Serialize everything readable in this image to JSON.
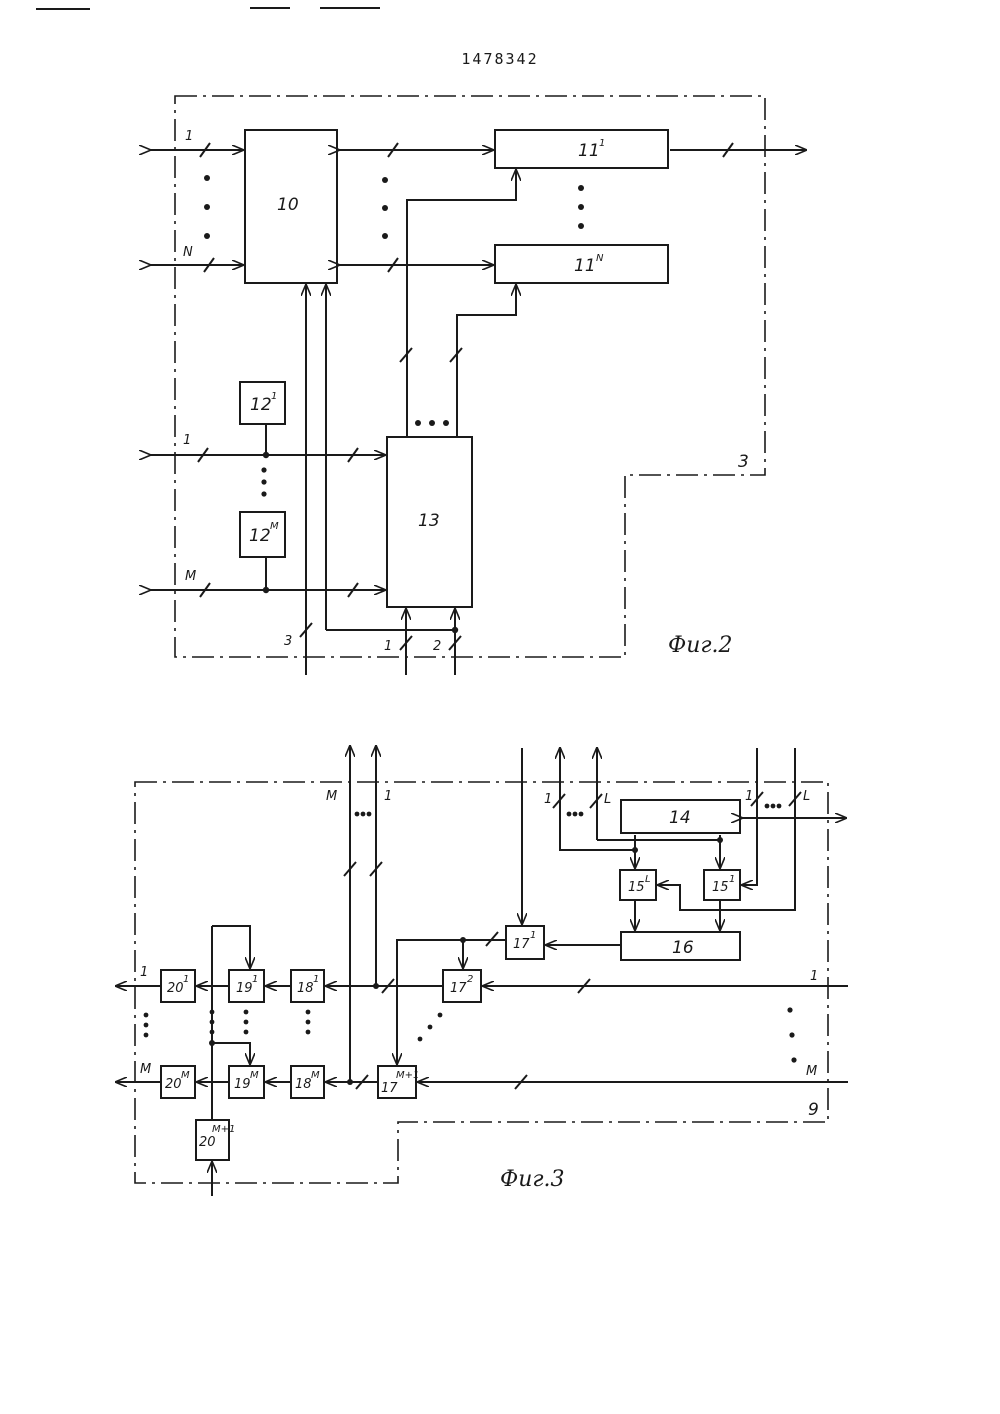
{
  "header": {
    "patent_number": "1478342",
    "top_marks": "— —— ——"
  },
  "fig2": {
    "caption": "Фиг.2",
    "frame_label": "3",
    "block_10": "10",
    "block_11_1": "11",
    "block_11_1_sup": "1",
    "block_11_N": "11",
    "block_11_N_sup": "N",
    "block_12_1": "12",
    "block_12_1_sup": "1",
    "block_12_M": "12",
    "block_12_M_sup": "M",
    "block_13": "13",
    "bus_1": "1",
    "bus_N": "N",
    "bus_M_1": "1",
    "bus_M": "M",
    "bottom_3": "3",
    "bottom_1": "1",
    "bottom_2": "2",
    "ellipsis": "•••"
  },
  "fig3": {
    "caption": "Фиг.3",
    "frame_label": "9",
    "block_14": "14",
    "block_15_L": "15",
    "block_15_L_sup": "L",
    "block_15_1": "15",
    "block_15_1_sup": "1",
    "block_16": "16",
    "block_17_1": "17",
    "block_17_1_sup": "1",
    "block_17_2": "17",
    "block_17_2_sup": "2",
    "block_17_M1": "17",
    "block_17_M1_sup": "M+1",
    "block_18_1": "18",
    "block_18_1_sup": "1",
    "block_18_M": "18",
    "block_18_M_sup": "M",
    "block_19_1": "19",
    "block_19_1_sup": "1",
    "block_19_M": "19",
    "block_19_M_sup": "M",
    "block_20_1": "20",
    "block_20_1_sup": "1",
    "block_20_M": "20",
    "block_20_M_sup": "M",
    "block_20_M1": "20",
    "block_20_M1_sup": "M+1",
    "top_M": "M",
    "top_1": "1",
    "top_left_1": "1",
    "top_left_L": "L",
    "top_right_1": "1",
    "top_right_L": "L",
    "out_1": "1",
    "out_M": "M",
    "in_1": "1",
    "in_M": "M",
    "ellipsis": "•••"
  }
}
